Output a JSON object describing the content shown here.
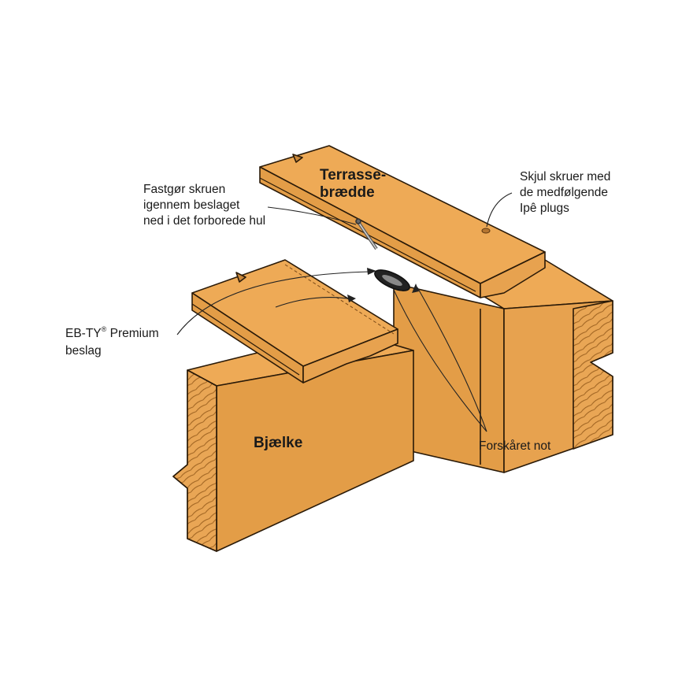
{
  "labels": {
    "deck_board": "Terrasse-\nbrædde",
    "fasten": "Fastgør skruen\nigennem beslaget\nned i det forborede hul",
    "hide_screws": "Skjul skruer med\nde medfølgende\nIpê plugs",
    "clip_name": "EB-TY",
    "clip_mark": "®",
    "clip_rest": " Premium",
    "clip_line2": "beslag",
    "joist": "Bjælke",
    "groove": "Forskåret not"
  },
  "colors": {
    "wood_top": "#EEAA56",
    "wood_side": "#E39D47",
    "wood_end": "#E7A24F",
    "grain": "#9A5F1E",
    "outline": "#2a1a08",
    "leader": "#222222"
  }
}
